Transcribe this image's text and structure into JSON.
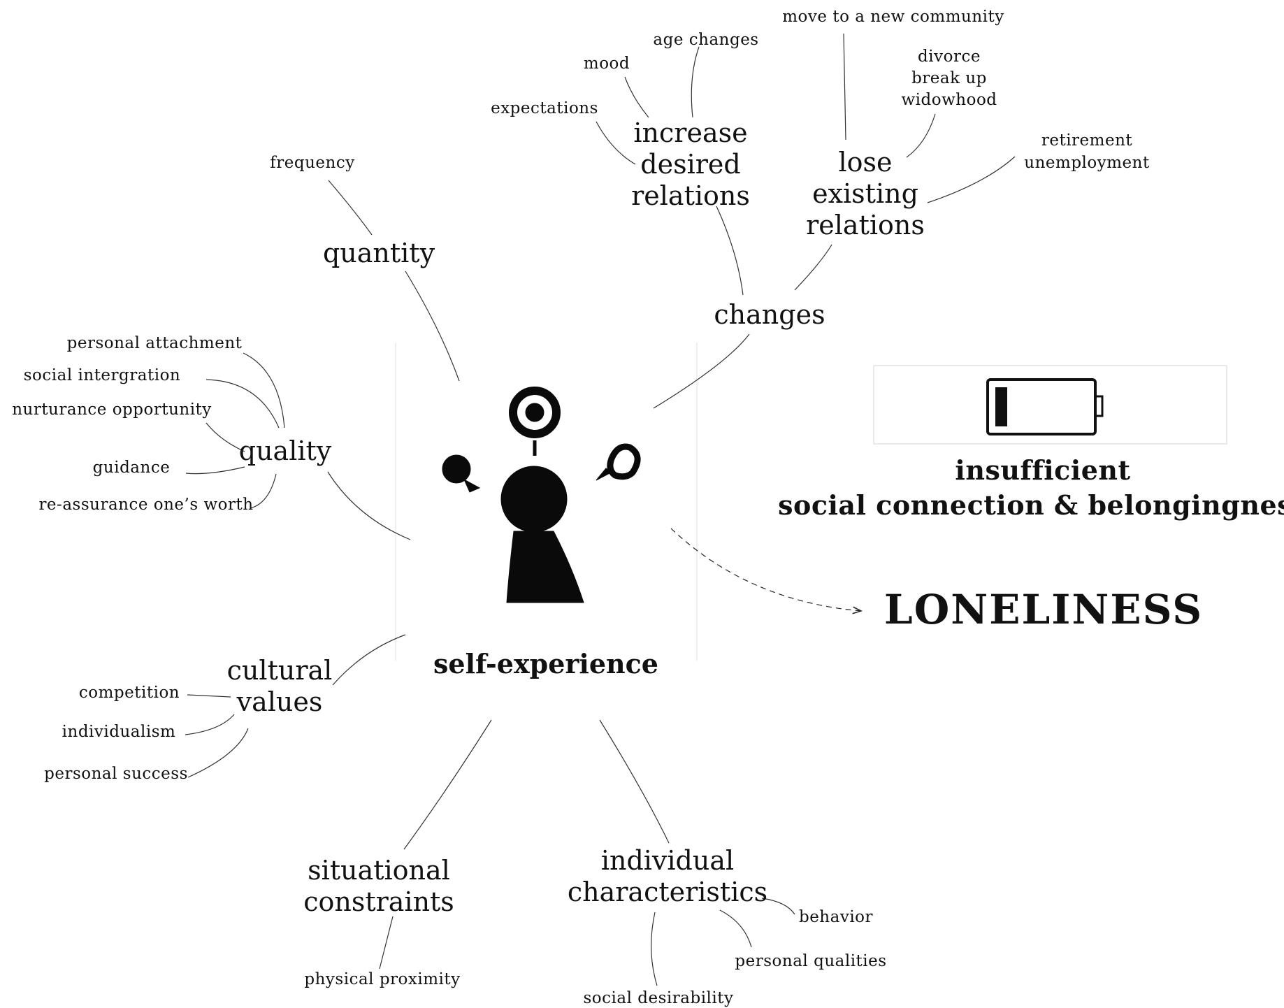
{
  "center": {
    "label": "self-experience"
  },
  "branches": {
    "quantity": {
      "label": "quantity",
      "leaves": [
        "frequency"
      ]
    },
    "changes": {
      "label": "changes",
      "increase": {
        "lines": [
          "increase",
          "desired",
          "relations"
        ],
        "leaves": [
          "expectations",
          "mood",
          "age changes"
        ]
      },
      "lose": {
        "lines": [
          "lose",
          "existing",
          "relations"
        ],
        "leaves": {
          "move": "move to a new community",
          "breakups": [
            "divorce",
            "break up",
            "widowhood"
          ],
          "work": [
            "retirement",
            "unemployment"
          ]
        }
      }
    },
    "quality": {
      "label": "quality",
      "leaves": [
        "personal attachment",
        "social intergration",
        "nurturance opportunity",
        "guidance",
        "re-assurance one’s worth"
      ]
    },
    "cultural": {
      "lines": [
        "cultural",
        "values"
      ],
      "leaves": [
        "competition",
        "individualism",
        "personal success"
      ]
    },
    "situational": {
      "lines": [
        "situational",
        "constraints"
      ],
      "leaves": [
        "physical proximity"
      ]
    },
    "individual": {
      "lines": [
        "individual",
        "characteristics"
      ],
      "leaves": [
        "behavior",
        "personal qualities",
        "social desirability"
      ]
    }
  },
  "outcome": {
    "header": [
      "insufficient",
      "social connection & belongingness"
    ],
    "title": "LONELINESS",
    "battery_icon": "battery-low-icon",
    "figure_icon": "person-with-thought-bubbles-icon"
  }
}
